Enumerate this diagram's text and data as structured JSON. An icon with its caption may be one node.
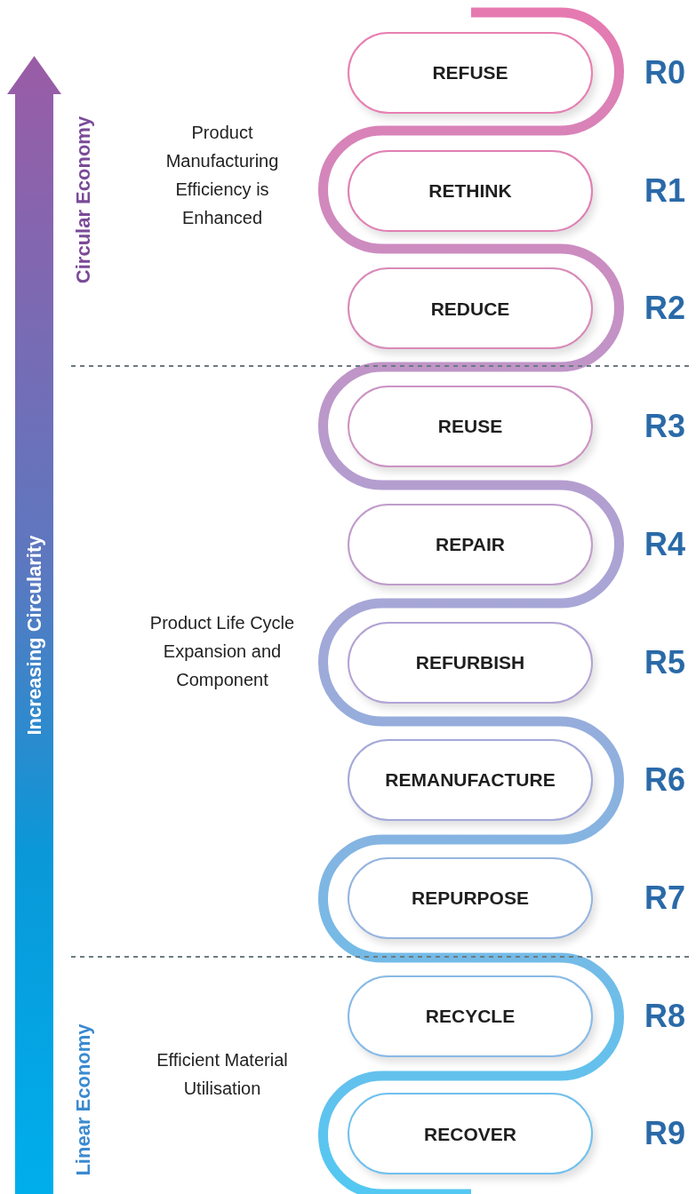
{
  "diagram": {
    "nodes": [
      {
        "text": [
          "REFUSE"
        ],
        "beside": [
          "R0"
        ]
      },
      {
        "text": [
          "RETHINK"
        ],
        "beside": [
          "R1"
        ]
      },
      {
        "text": [
          "REDUCE"
        ],
        "beside": [
          "R2"
        ]
      },
      {
        "text": [
          "REUSE"
        ],
        "beside": [
          "R3"
        ]
      },
      {
        "text": [
          "REPAIR"
        ],
        "beside": [
          "R4"
        ]
      },
      {
        "text": [
          "REFURBISH"
        ],
        "beside": [
          "R5"
        ]
      },
      {
        "text": [
          "REMANUFACTURE"
        ],
        "beside": [
          "R6"
        ]
      },
      {
        "text": [
          "REPURPOSE"
        ],
        "beside": [
          "R7"
        ]
      },
      {
        "text": [
          "RECYCLE"
        ],
        "beside": [
          "R8"
        ]
      },
      {
        "text": [
          "RECOVER"
        ],
        "beside": [
          "R9"
        ]
      }
    ],
    "edges": [],
    "labels": [
      "Increasing Circularity",
      "Circular Economy",
      "Product Manufacturing Efficiency is Enhanced",
      "Product Life Cycle Expansion and Component",
      "Linear Economy",
      "Efficient Material Utilisation"
    ]
  }
}
